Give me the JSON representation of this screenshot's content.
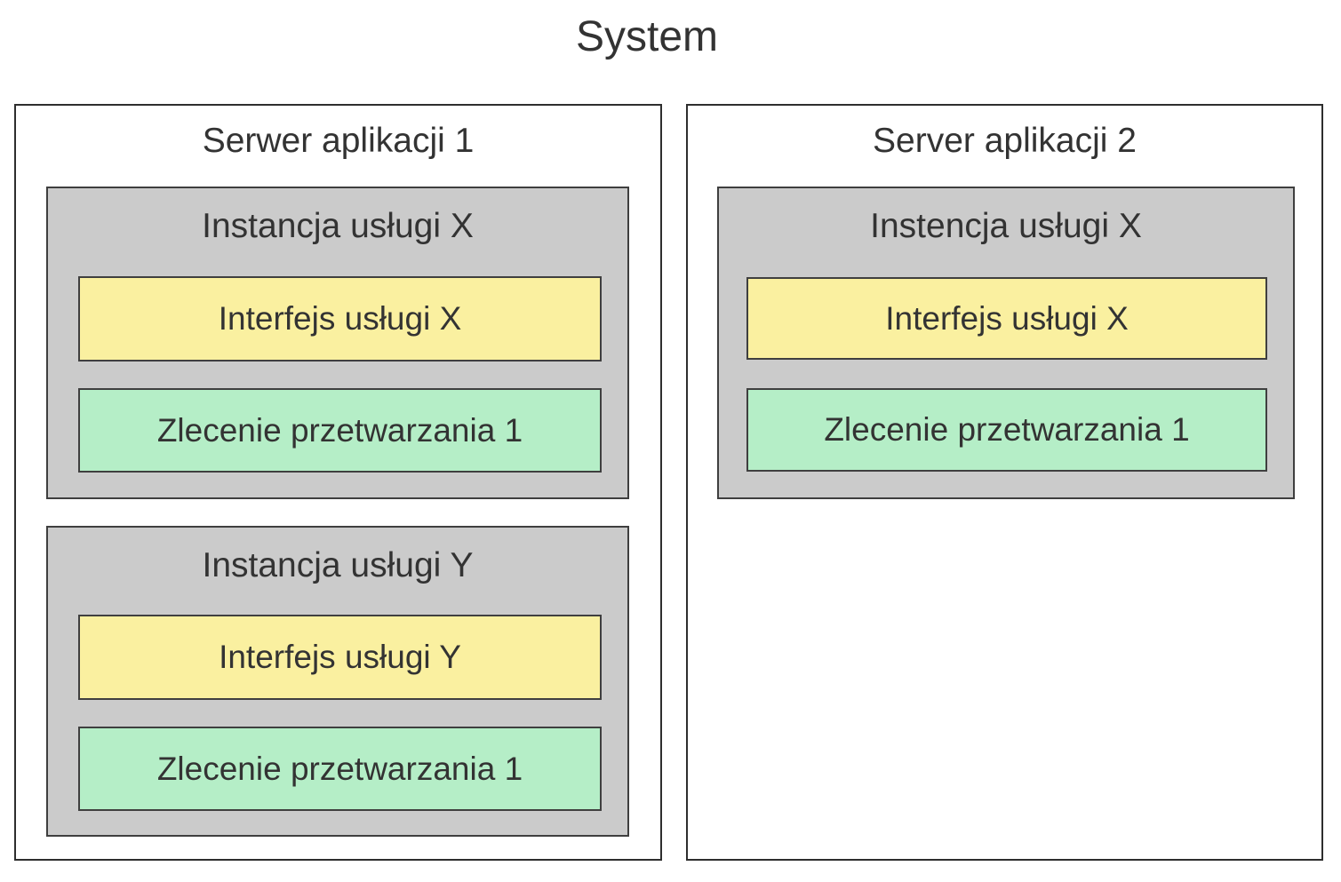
{
  "title": "System",
  "colors": {
    "page_bg": "#ffffff",
    "instance_bg": "#cbcbcb",
    "interface_bg": "#faf0a0",
    "order_bg": "#b5eec7",
    "outer_border": "#2e2e2e",
    "inner_border": "#3f3f3f",
    "text": "#333333"
  },
  "servers": [
    {
      "label": "Serwer aplikacji 1",
      "instances": [
        {
          "label": "Instancja usługi X",
          "interface": "Interfejs usługi X",
          "order": "Zlecenie przetwarzania 1"
        },
        {
          "label": "Instancja usługi Y",
          "interface": "Interfejs usługi Y",
          "order": "Zlecenie przetwarzania 1"
        }
      ]
    },
    {
      "label": "Server aplikacji 2",
      "instances": [
        {
          "label": "Instencja usługi X",
          "interface": "Interfejs usługi X",
          "order": "Zlecenie przetwarzania 1"
        }
      ]
    }
  ]
}
